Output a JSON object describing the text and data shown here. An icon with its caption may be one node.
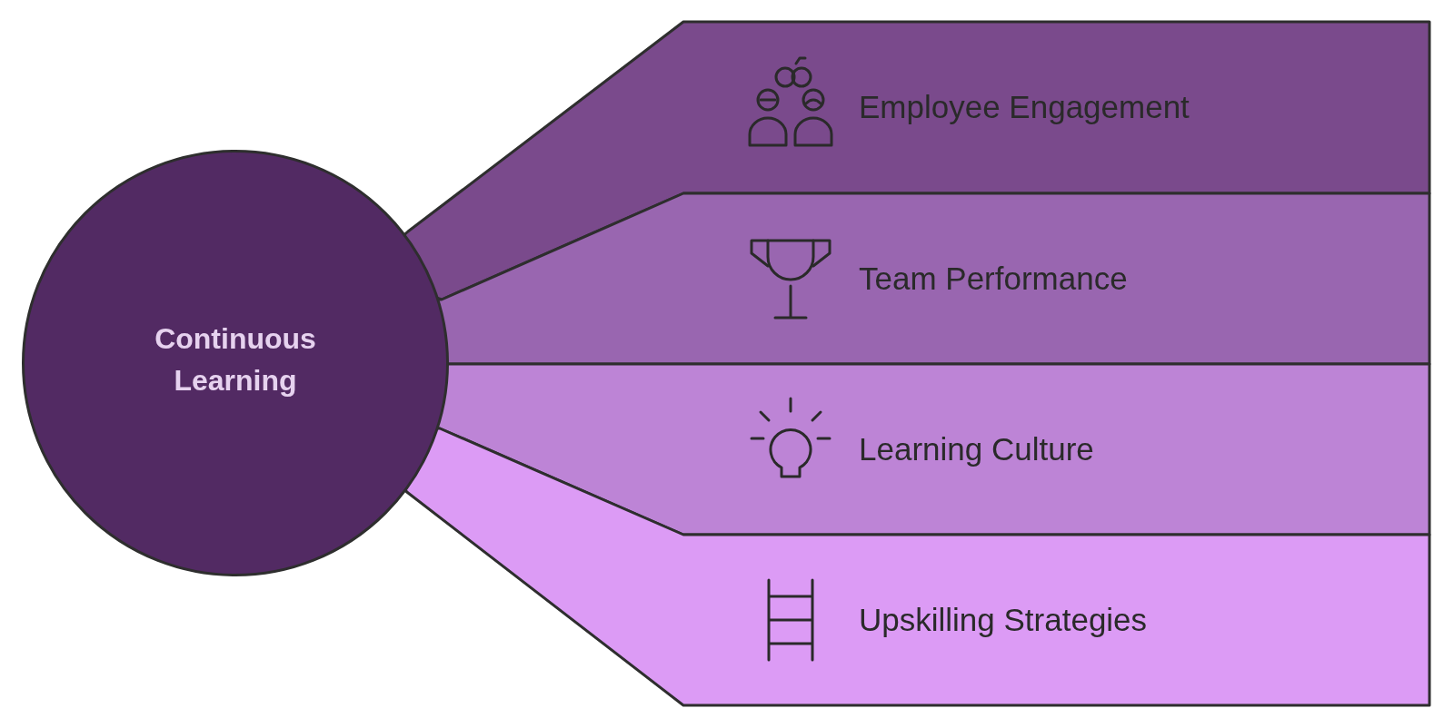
{
  "diagram": {
    "nodes": [
      {
        "text": [
          "Continuous Learning"
        ]
      },
      {
        "text": [
          "Employee Engagement"
        ]
      },
      {
        "text": [
          "Team Performance"
        ]
      },
      {
        "text": [
          "Learning Culture"
        ]
      },
      {
        "text": [
          "Upskilling Strategies"
        ]
      }
    ]
  }
}
